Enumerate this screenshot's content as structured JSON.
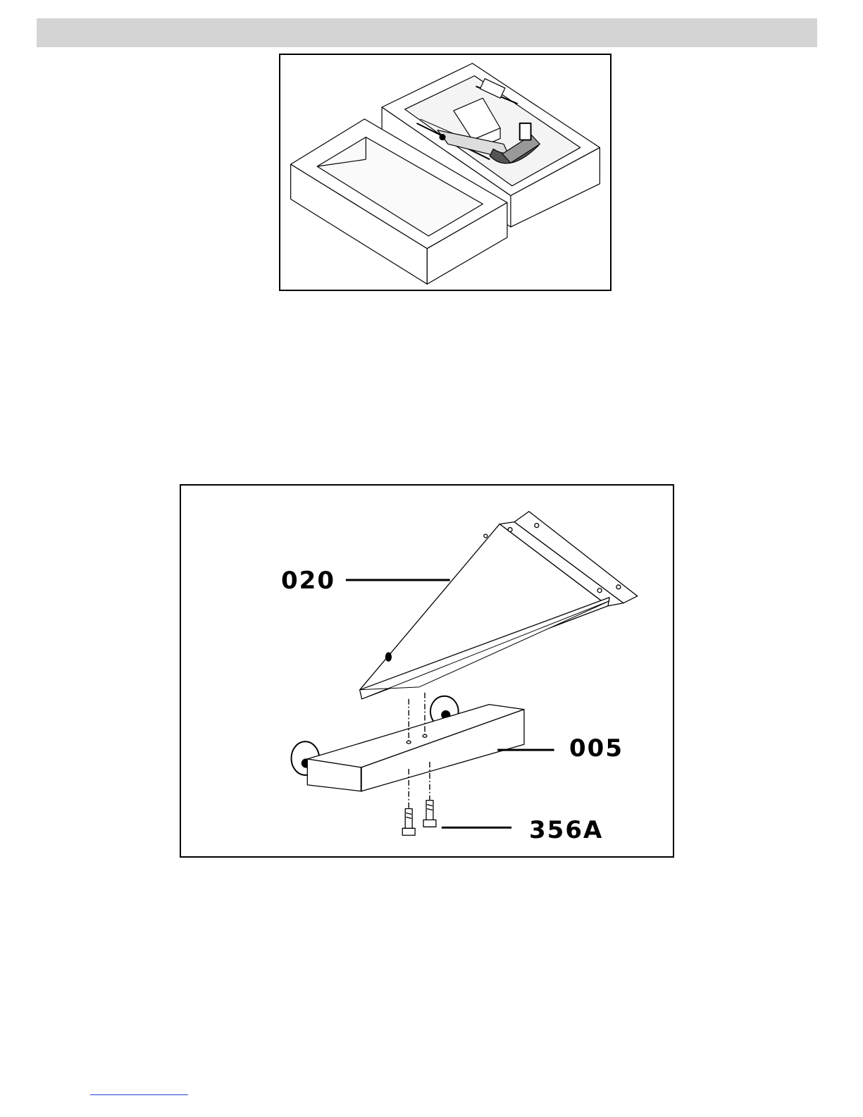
{
  "figures": {
    "unpacking": {
      "icon": "open-shipping-boxes-illustration"
    },
    "assembly": {
      "labels": {
        "part_020": "020",
        "part_005": "005",
        "part_356a": "356A"
      }
    }
  }
}
